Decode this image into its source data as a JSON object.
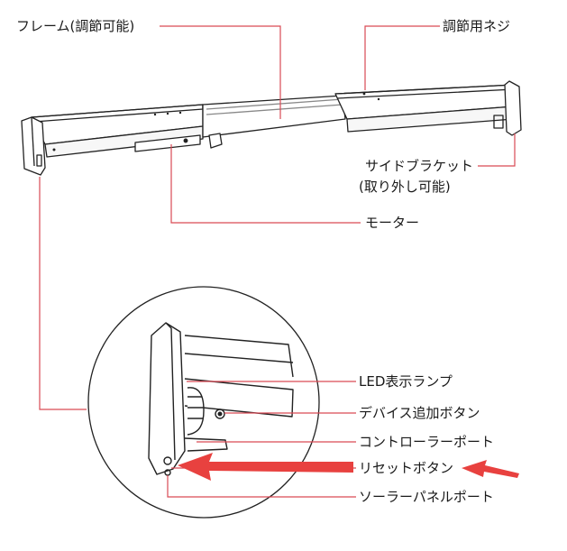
{
  "labels": {
    "frame": "フレーム(調節可能)",
    "adjust_screw": "調節用ネジ",
    "side_bracket_1": "サイドブラケット",
    "side_bracket_2": "(取り外し可能)",
    "motor": "モーター",
    "led": "LED表示ランプ",
    "pair_button": "デバイス追加ボタン",
    "controller_port": "コントローラーポート",
    "reset_button": "リセットボタン",
    "solar_port": "ソーラーパネルポート"
  },
  "colors": {
    "leader_line": "#d94a55",
    "arrow": "#e8413f",
    "outline": "#222222"
  }
}
